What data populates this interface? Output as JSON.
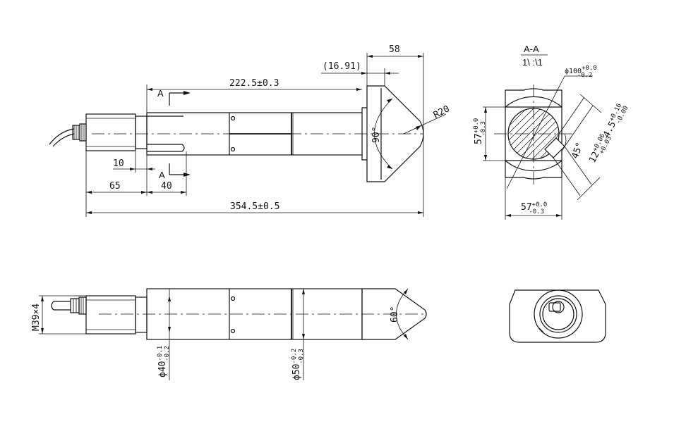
{
  "section": {
    "title": "A-A",
    "scale": "1\\ :\\1",
    "marker": "A"
  },
  "dims": {
    "length_222": "222.5±0.3",
    "ref_1691": "(16.91)",
    "len_58": "58",
    "radius": "R20",
    "angle_90": "90°",
    "len_10": "10",
    "len_65": "65",
    "len_40": "40",
    "total_354": "354.5±0.5",
    "angle_60": "60°",
    "thread": "M39×4",
    "dia40_base": "ϕ40",
    "dia40_up": "-0.1",
    "dia40_low": "-0.2",
    "dia50_base": "ϕ50",
    "dia50_up": "-0.2",
    "dia50_low": "-0.3",
    "dia100_base": "ϕ100",
    "dia100_up": "+0.0",
    "dia100_low": "-0.2",
    "sq57_base": "57",
    "sq57_up": "+0.0",
    "sq57_low": "-0.3",
    "v57_base": "57",
    "v57_up": "+0.0",
    "v57_low": "-0.3",
    "d45_base": "4.5",
    "d45_up": "+0.16",
    "d45_low": "-0.00",
    "d12_base": "12",
    "d12_up": "+0.06",
    "d12_low": "+0.03",
    "angle_45": "45°"
  }
}
